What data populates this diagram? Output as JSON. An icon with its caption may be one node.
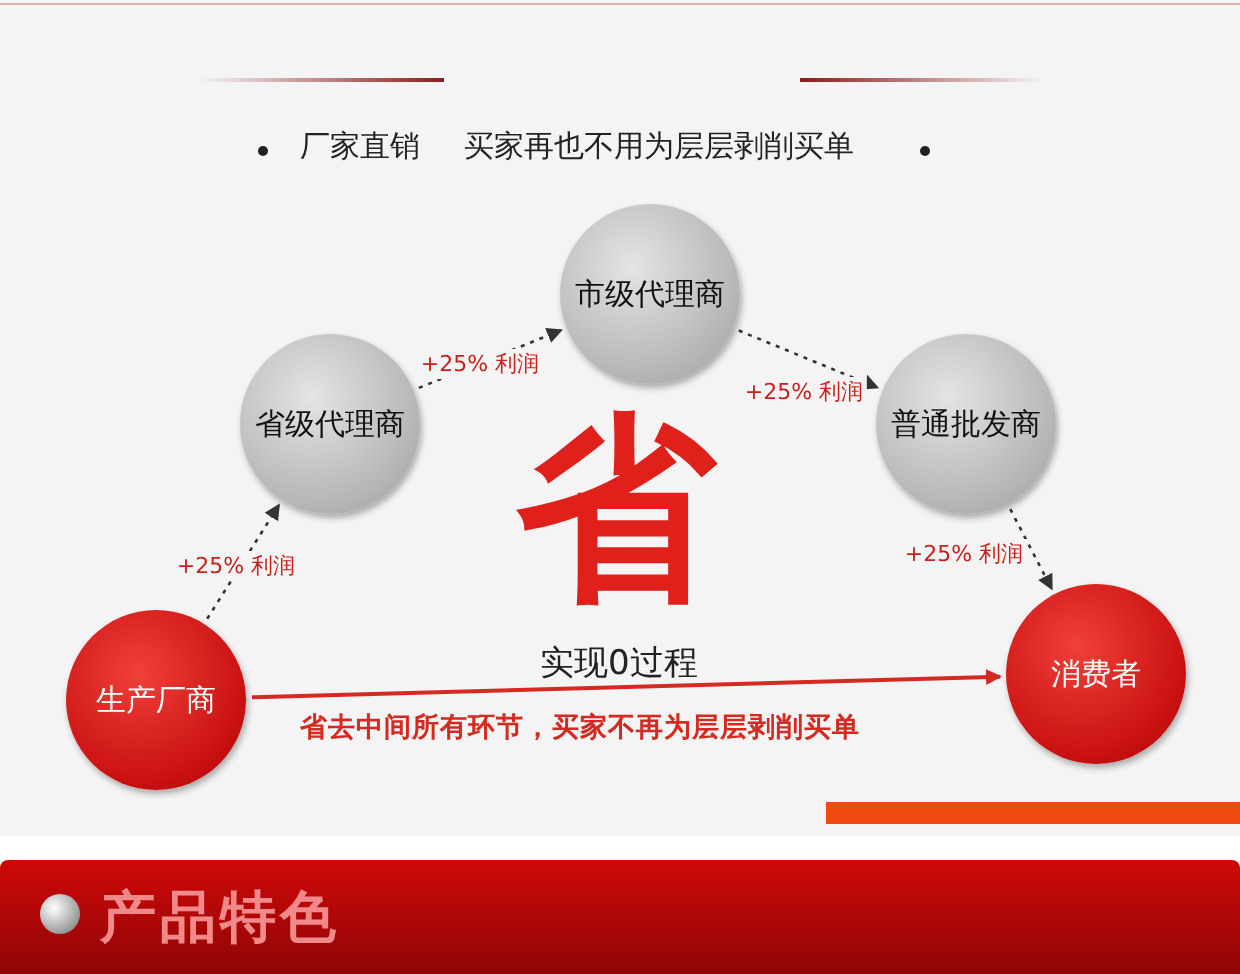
{
  "diagram": {
    "nodes": [
      {
        "text": [
          "生产厂商"
        ]
      },
      {
        "text": [
          "省级代理商"
        ]
      },
      {
        "text": [
          "市级代理商"
        ]
      },
      {
        "text": [
          "普通批发商"
        ]
      },
      {
        "text": [
          "消费者"
        ]
      }
    ],
    "edges": [
      {
        "from": 0,
        "to": 1,
        "arrow": "to",
        "label": "+25% 利润",
        "style": "dashed"
      },
      {
        "from": 1,
        "to": 2,
        "arrow": "to",
        "label": "+25% 利润",
        "style": "dashed"
      },
      {
        "from": 2,
        "to": 3,
        "arrow": "to",
        "label": "+25% 利润",
        "style": "dashed"
      },
      {
        "from": 3,
        "to": 4,
        "arrow": "to",
        "label": "+25% 利润",
        "style": "dashed"
      },
      {
        "from": 0,
        "to": 4,
        "arrow": "to",
        "color": "#d42a22"
      }
    ],
    "labels": [
      "厂家直销",
      "买家再也不用为层层剥削买单",
      "省",
      "实现0过程",
      "省去中间所有环节，买家不再为层层剥削买单",
      "产品特色"
    ]
  }
}
